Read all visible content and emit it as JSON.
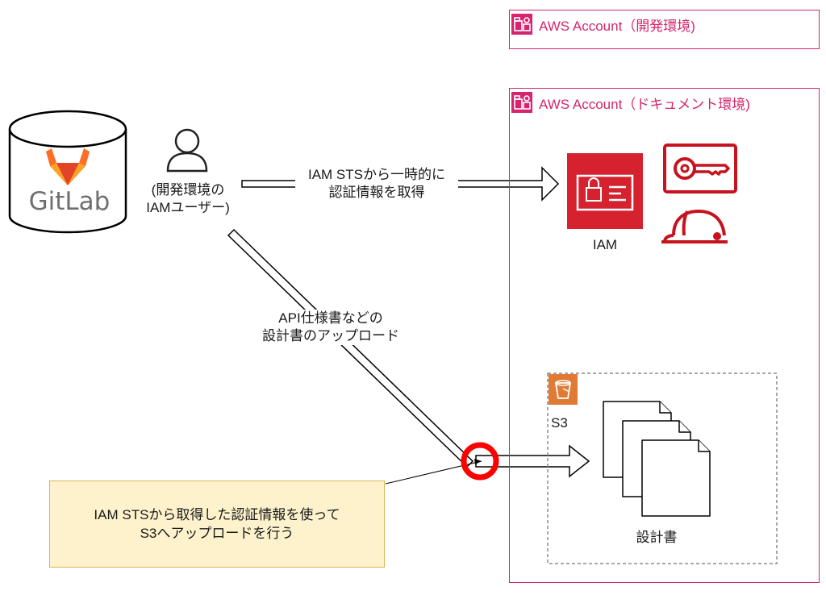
{
  "account_dev": {
    "title": "AWS Account（開発環境)"
  },
  "account_doc": {
    "title": "AWS Account（ドキュメント環境)"
  },
  "gitlab": {
    "logo_text": "GitLab"
  },
  "user": {
    "label_line1": "(開発環境の",
    "label_line2": "IAMユーザー)"
  },
  "arrow_sts": {
    "line1": "IAM STSから一時的に",
    "line2": "認証情報を取得"
  },
  "arrow_upload": {
    "line1": "API仕様書などの",
    "line2": "設計書のアップロード"
  },
  "iam": {
    "label": "IAM"
  },
  "s3": {
    "label": "S3"
  },
  "documents": {
    "label": "設計書"
  },
  "note": {
    "line1": "IAM STSから取得した認証情報を使って",
    "line2": "S3へアップロードを行う"
  },
  "colors": {
    "account_border": "#d6246e",
    "iam_red": "#d5222e",
    "s3_orange": "#e07b36",
    "note_fill": "#fdf2cc",
    "note_border": "#d6b656",
    "highlight": "#ff0000",
    "gitlab_orange": "#fc6d26"
  },
  "icons": [
    "aws-account-icon",
    "gitlab-logo-icon",
    "user-icon",
    "iam-icon",
    "key-icon",
    "hardhat-icon",
    "s3-bucket-icon",
    "document-icon"
  ]
}
